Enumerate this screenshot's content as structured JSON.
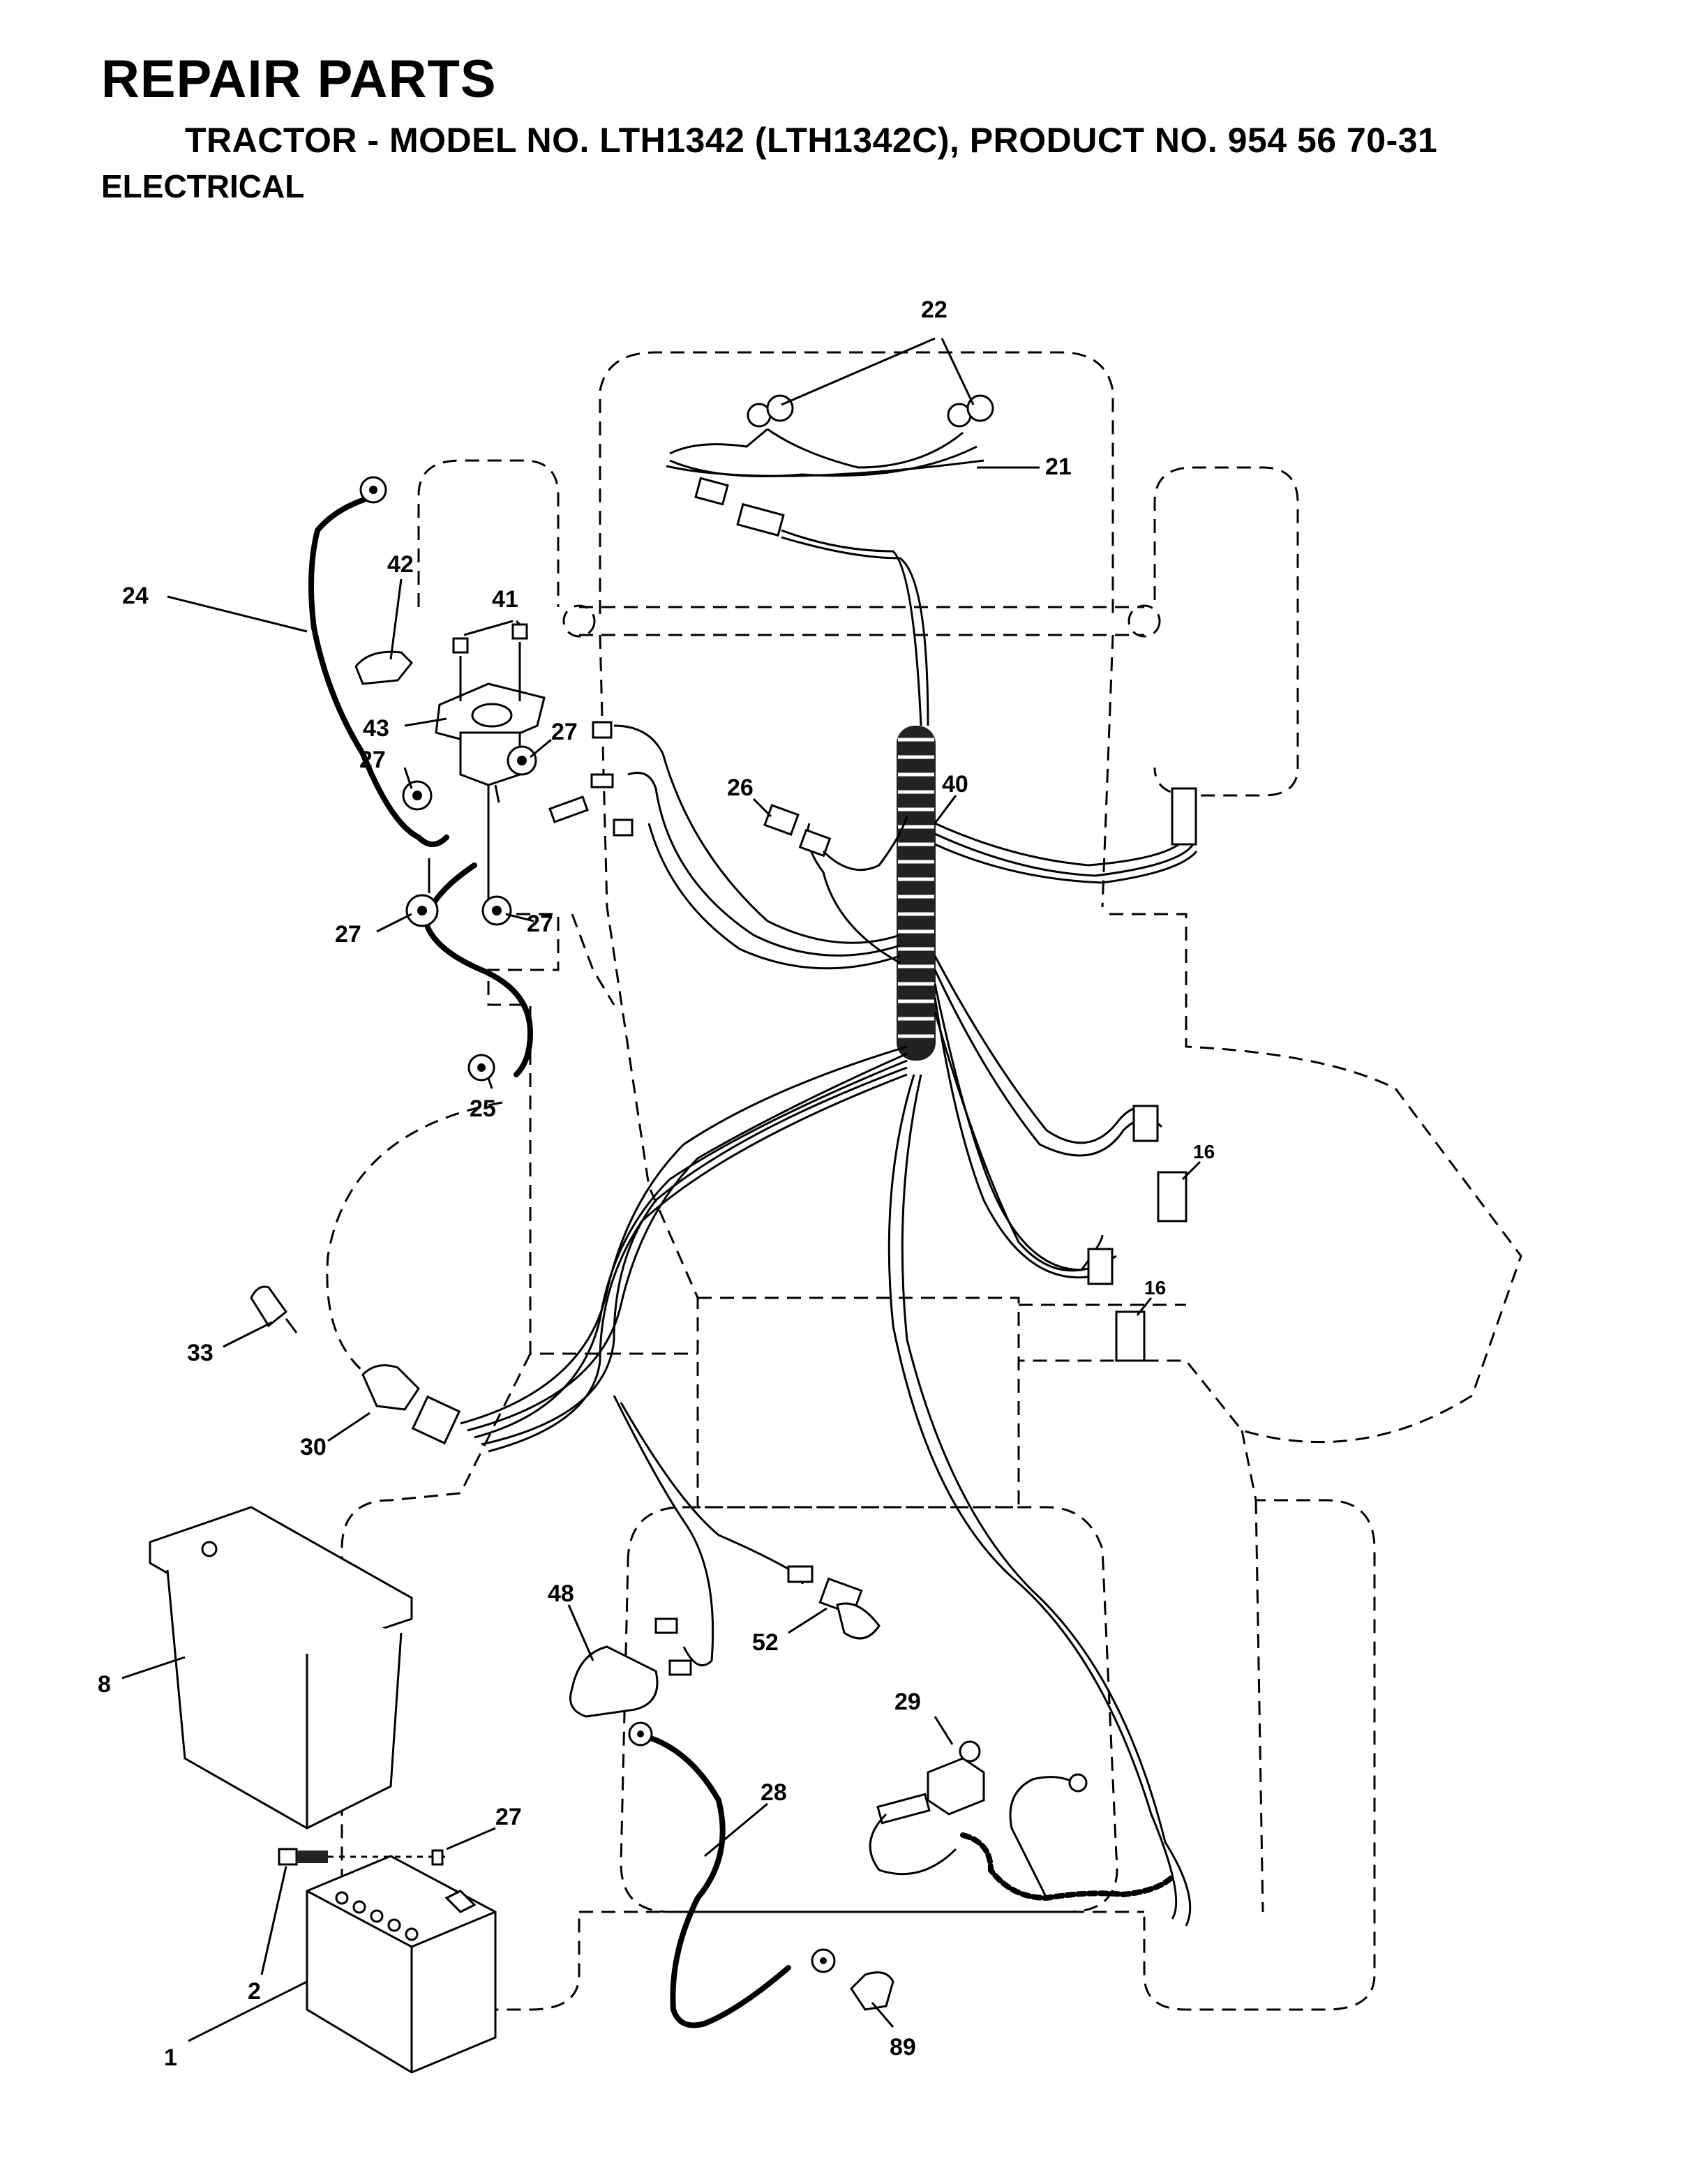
{
  "header": {
    "title": "REPAIR PARTS",
    "subtitle": "TRACTOR - MODEL NO. LTH1342 (LTH1342C), PRODUCT NO. 954 56 70-31",
    "section": "ELECTRICAL"
  },
  "callouts": {
    "c1": "1",
    "c2": "2",
    "c8": "8",
    "c16a": "16",
    "c16b": "16",
    "c21": "21",
    "c22": "22",
    "c24": "24",
    "c25": "25",
    "c26": "26",
    "c27a": "27",
    "c27b": "27",
    "c27c": "27",
    "c27d": "27",
    "c27e": "27",
    "c28": "28",
    "c29": "29",
    "c30": "30",
    "c33": "33",
    "c40": "40",
    "c41": "41",
    "c42": "42",
    "c43": "43",
    "c48": "48",
    "c52": "52",
    "c89": "89"
  }
}
